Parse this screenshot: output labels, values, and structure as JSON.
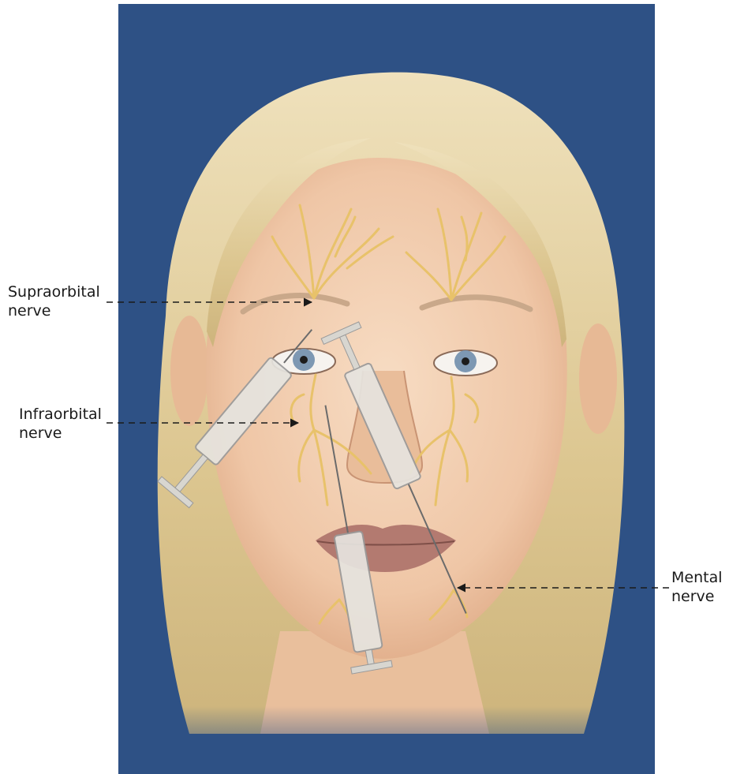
{
  "labels": {
    "supraorbital": {
      "line1": "Supraorbital",
      "line2": "nerve"
    },
    "infraorbital": {
      "line1": "Infraorbital",
      "line2": "nerve"
    },
    "mental": {
      "line1": "Mental",
      "line2": "nerve"
    }
  },
  "colors": {
    "background": "#2e5185",
    "hair": "#e3cf9f",
    "skin": "#f2cfb0",
    "nerve": "#e8c26a",
    "lips": "#b37a70",
    "iris": "#7d98b3",
    "syringe": "#e6e4df",
    "leader_line": "#1a1a1a"
  },
  "icons": [
    "face-illustration",
    "syringe-icon",
    "nerve-branch"
  ]
}
